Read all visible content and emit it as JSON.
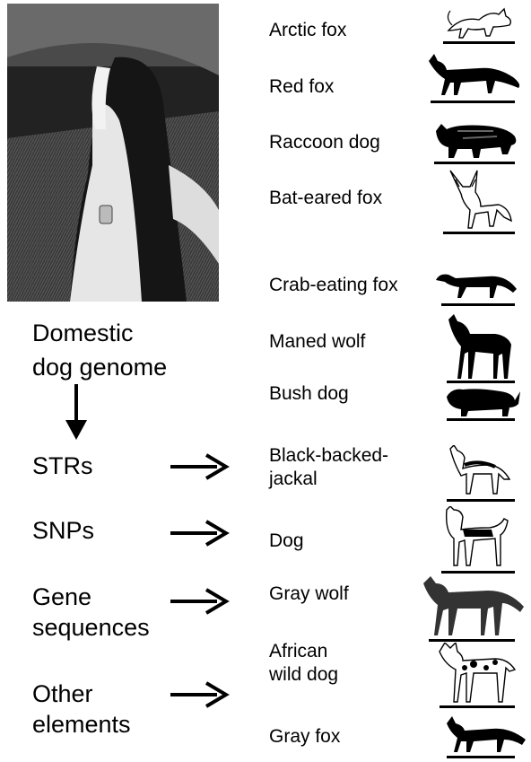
{
  "photo": {
    "subject": "dog photograph"
  },
  "genome_title": {
    "line1": "Domestic",
    "line2": "dog genome"
  },
  "left_elements": [
    {
      "label_line1": "STRs",
      "label_line2": ""
    },
    {
      "label_line1": "SNPs",
      "label_line2": ""
    },
    {
      "label_line1": "Gene",
      "label_line2": "sequences"
    },
    {
      "label_line1": "Other",
      "label_line2": "elements"
    }
  ],
  "species": [
    {
      "name_line1": "Arctic fox",
      "name_line2": "",
      "icon": "arctic-fox-icon"
    },
    {
      "name_line1": "Red fox",
      "name_line2": "",
      "icon": "red-fox-icon"
    },
    {
      "name_line1": "Raccoon dog",
      "name_line2": "",
      "icon": "raccoon-dog-icon"
    },
    {
      "name_line1": "Bat-eared fox",
      "name_line2": "",
      "icon": "bat-eared-fox-icon"
    },
    {
      "name_line1": "Crab-eating fox",
      "name_line2": "",
      "icon": "crab-eating-fox-icon"
    },
    {
      "name_line1": "Maned wolf",
      "name_line2": "",
      "icon": "maned-wolf-icon"
    },
    {
      "name_line1": "Bush dog",
      "name_line2": "",
      "icon": "bush-dog-icon"
    },
    {
      "name_line1": "Black-backed-",
      "name_line2": "jackal",
      "icon": "black-backed-jackal-icon"
    },
    {
      "name_line1": "Dog",
      "name_line2": "",
      "icon": "dog-icon"
    },
    {
      "name_line1": "Gray wolf",
      "name_line2": "",
      "icon": "gray-wolf-icon"
    },
    {
      "name_line1": "African",
      "name_line2": "wild dog",
      "icon": "african-wild-dog-icon"
    },
    {
      "name_line1": "Gray fox",
      "name_line2": "",
      "icon": "gray-fox-icon"
    }
  ],
  "colors": {
    "ink": "#000000",
    "photo_dark": "#202020",
    "photo_light": "#e8e8e8"
  }
}
